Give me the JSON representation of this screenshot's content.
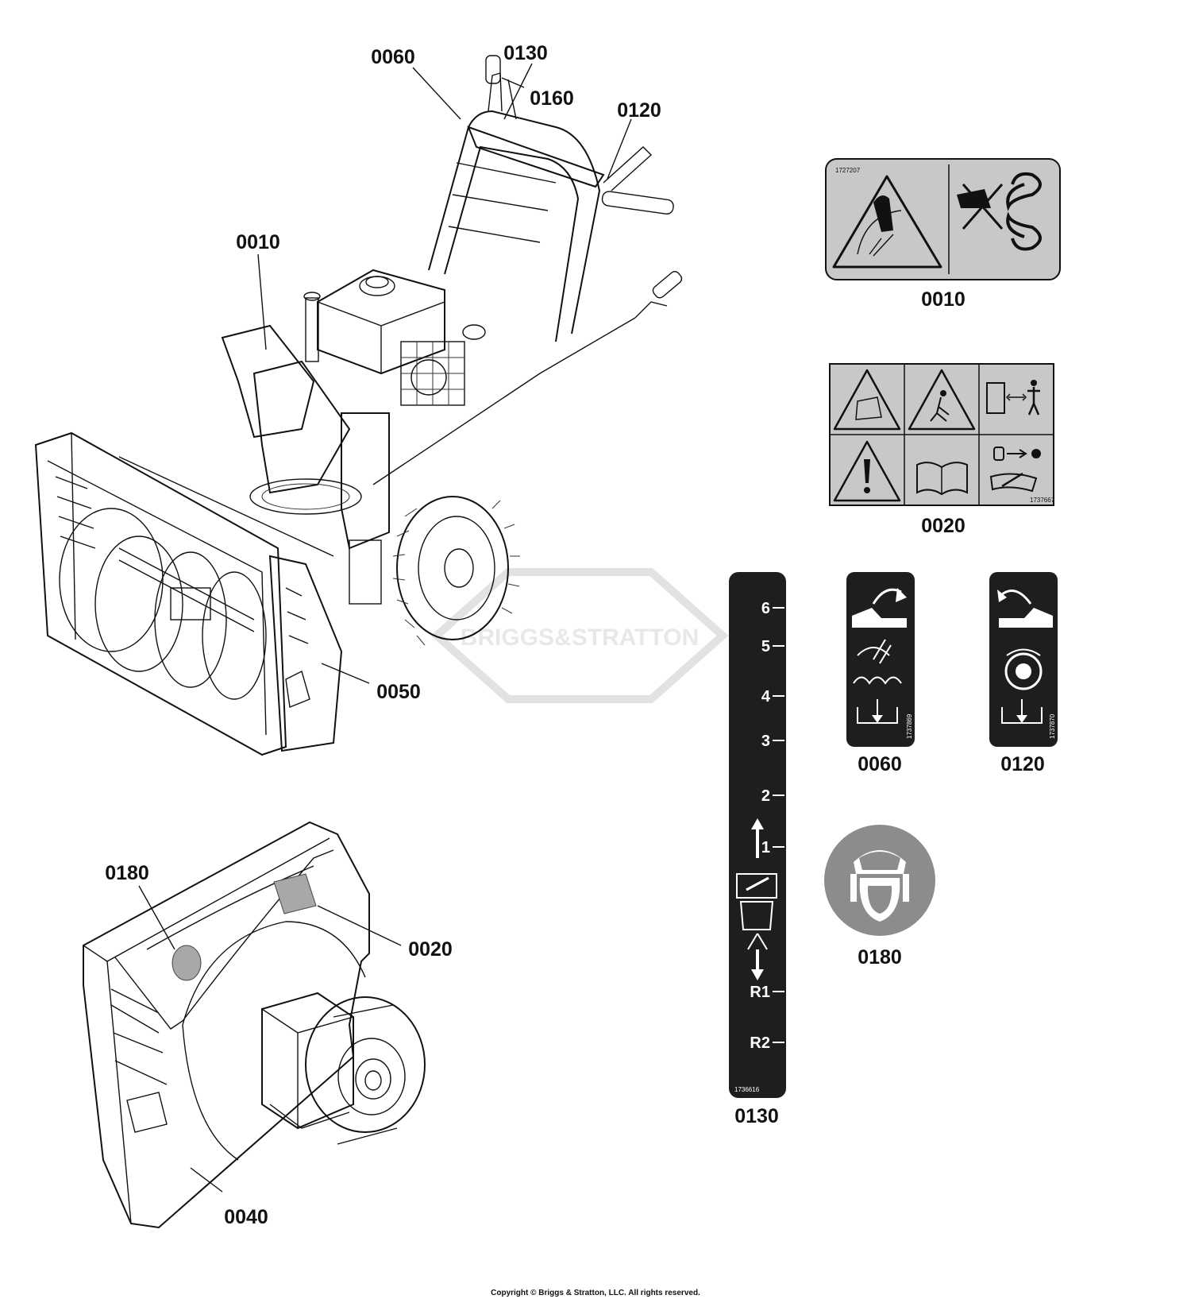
{
  "callouts": {
    "c0060": "0060",
    "c0130": "0130",
    "c0160": "0160",
    "c0120": "0120",
    "c0010": "0010",
    "c0050": "0050",
    "c0180": "0180",
    "c0020": "0020",
    "c0040": "0040"
  },
  "decal_labels": {
    "d0010": "0010",
    "d0020": "0020",
    "d0060": "0060",
    "d0120": "0120",
    "d0130": "0130",
    "d0180": "0180"
  },
  "decal_part_numbers": {
    "p0010": "1727207",
    "p0020": "1737667",
    "p0060": "1737869",
    "p0120": "1737870",
    "p0130": "1736616"
  },
  "speed_gears": [
    "6",
    "5",
    "4",
    "3",
    "2",
    "1",
    "R1",
    "R2"
  ],
  "watermark": "BRIGGS&STRATTON",
  "copyright": "Copyright © Briggs & Stratton, LLC. All rights reserved.",
  "colors": {
    "decal_gray": "#c8c8c8",
    "decal_dark": "#1e1e1e",
    "hearing_gray": "#8c8c8c",
    "line": "#111111"
  }
}
